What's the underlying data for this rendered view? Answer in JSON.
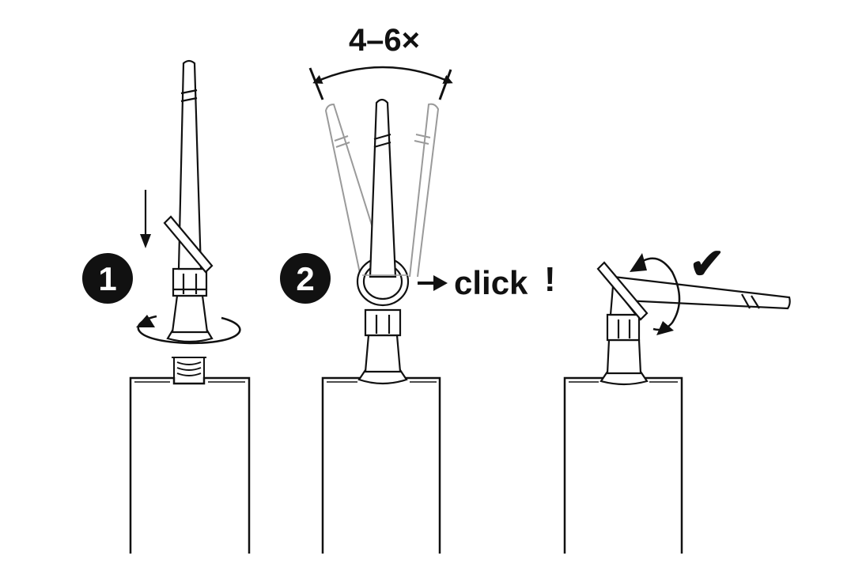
{
  "steps": [
    {
      "number": "1"
    },
    {
      "number": "2",
      "result_text": "click",
      "result_mark": "!"
    },
    {
      "check_mark": "✔"
    }
  ],
  "wiggle_label": "4–6×",
  "icons": {
    "step1_arrow": "down-arrow-icon",
    "step1_rotate": "rotate-arrow-icon",
    "step2_arrow": "right-arrow-icon",
    "step3_rotate": "rotate-arrow-icon",
    "step3_check": "checkmark-icon"
  },
  "colors": {
    "ink": "#111111",
    "ghost": "#9a9a9a",
    "background": "#ffffff"
  }
}
